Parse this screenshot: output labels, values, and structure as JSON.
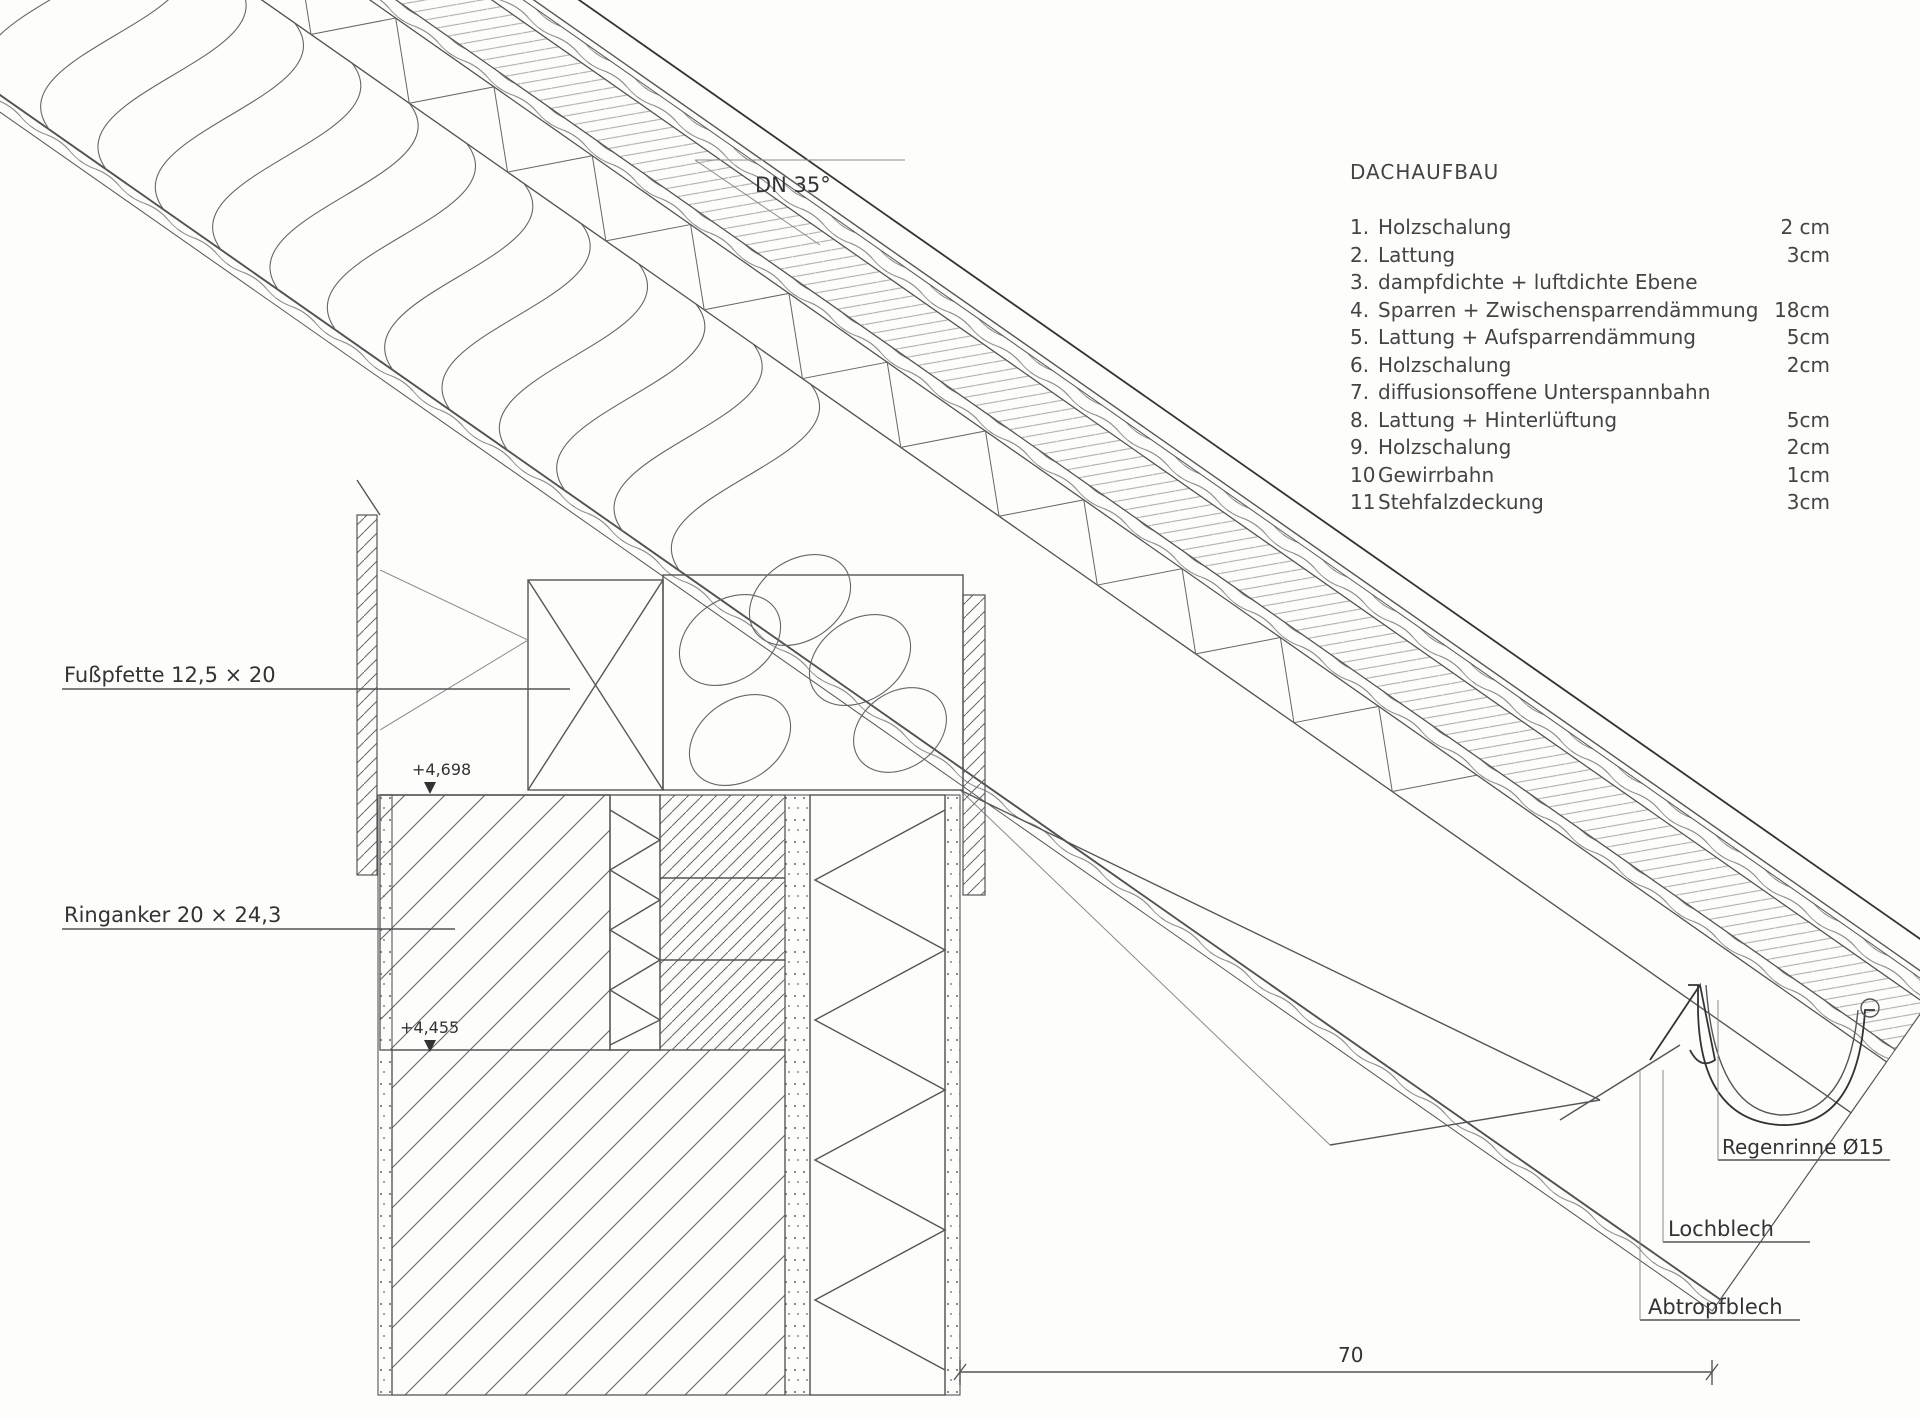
{
  "roof_pitch": "DN 35°",
  "legend": {
    "title": "DACHAUFBAU",
    "items": [
      {
        "num": "1.",
        "text": "Holzschalung",
        "value": "2 cm"
      },
      {
        "num": "2.",
        "text": "Lattung",
        "value": "3cm"
      },
      {
        "num": "3.",
        "text": "dampfdichte + luftdichte Ebene",
        "value": ""
      },
      {
        "num": "4.",
        "text": "Sparren + Zwischensparrendämmung",
        "value": "18cm"
      },
      {
        "num": "5.",
        "text": "Lattung + Aufsparrendämmung",
        "value": "5cm"
      },
      {
        "num": "6.",
        "text": "Holzschalung",
        "value": "2cm"
      },
      {
        "num": "7.",
        "text": "diffusionsoffene Unterspannbahn",
        "value": ""
      },
      {
        "num": "8.",
        "text": "Lattung + Hinterlüftung",
        "value": "5cm"
      },
      {
        "num": "9.",
        "text": "Holzschalung",
        "value": "2cm"
      },
      {
        "num": "10",
        "text": "Gewirrbahn",
        "value": "1cm"
      },
      {
        "num": "11",
        "text": "Stehfalzdeckung",
        "value": "3cm"
      }
    ]
  },
  "labels": {
    "fusspfette": "Fußpfette  12,5 × 20",
    "ringanker": "Ringanker  20 × 24,3",
    "level_upper": "+4,698",
    "level_lower": "+4,455",
    "regenrinne": "Regenrinne  Ø15",
    "lochblech": "Lochblech",
    "abtropfblech": "Abtropfblech",
    "dimension": "70"
  },
  "colors": {
    "pencil": "#555555",
    "paper": "#fdfdfc"
  }
}
